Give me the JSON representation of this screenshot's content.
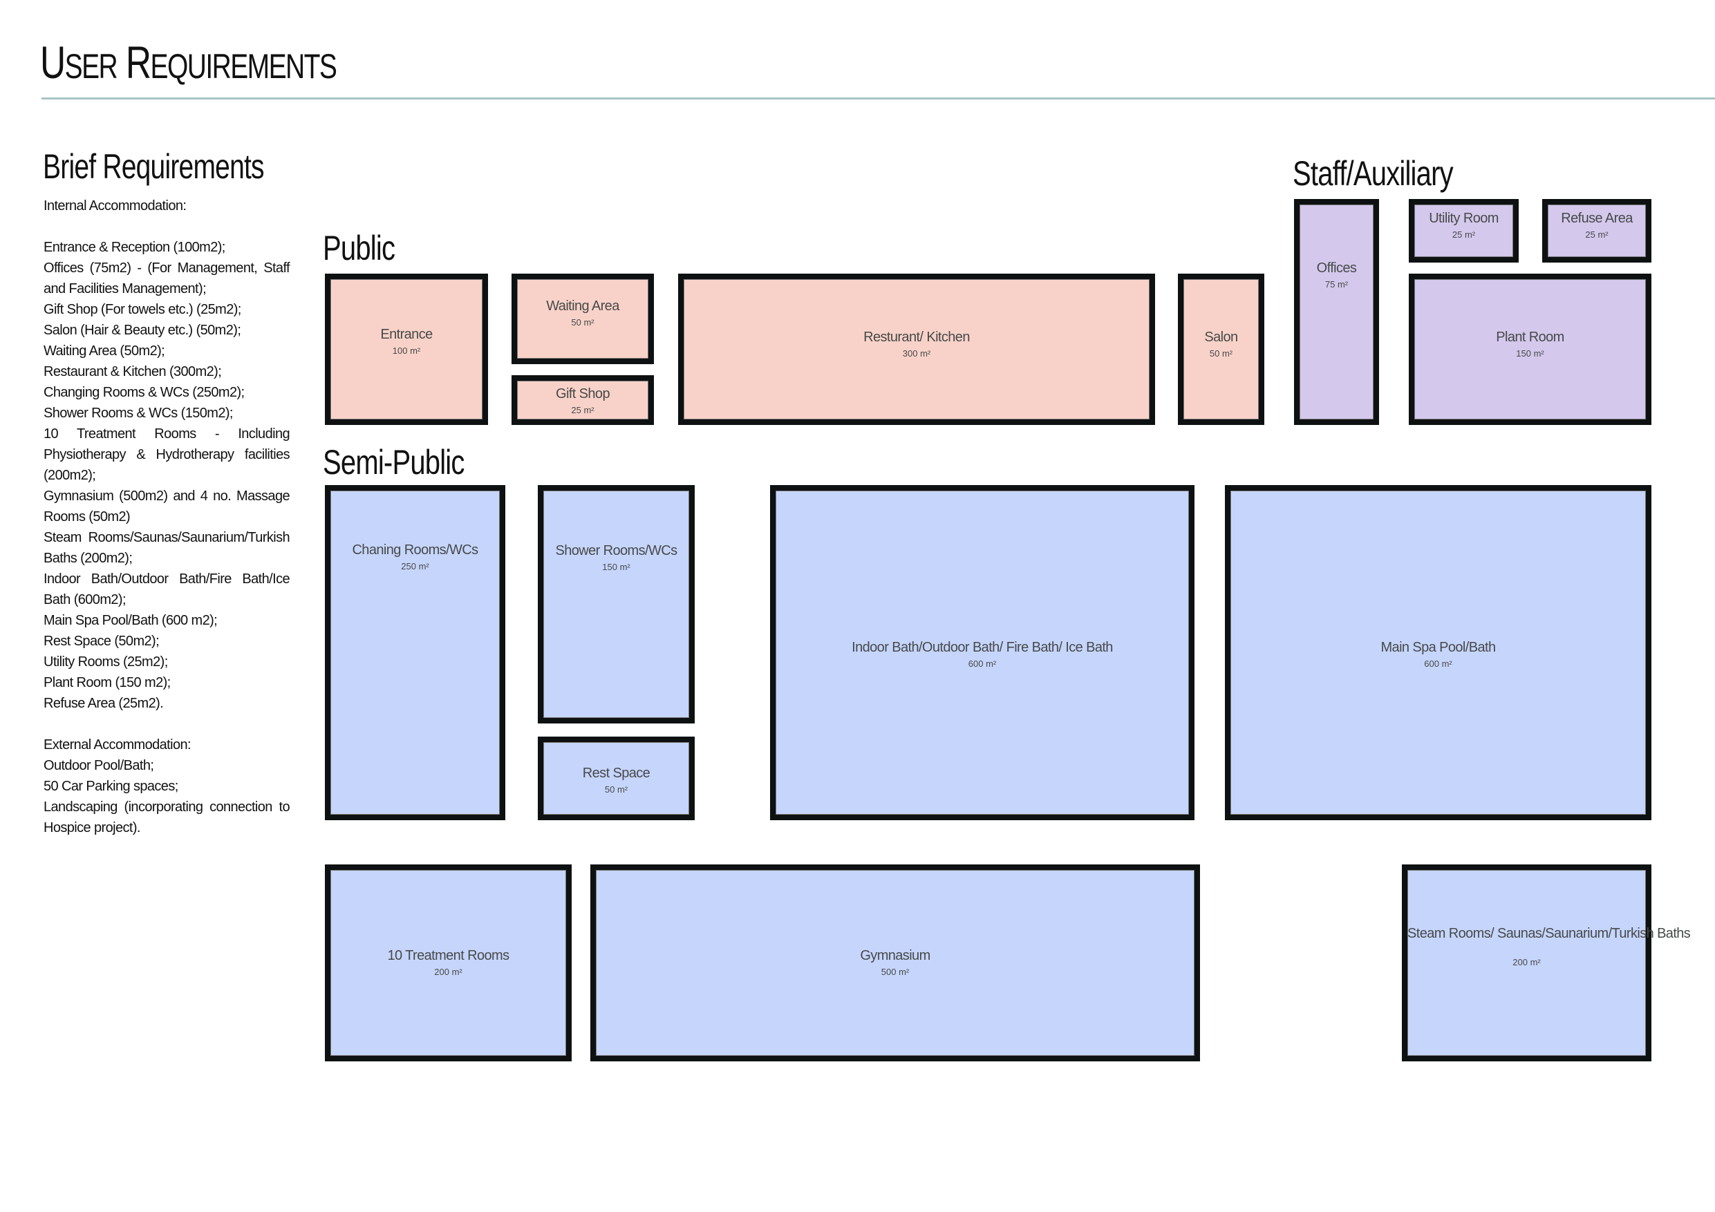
{
  "title": {
    "first_initial": "U",
    "first_rest": "SER",
    "second_initial": "R",
    "second_rest": "EQUIREMENTS"
  },
  "brief": {
    "heading": "Brief Requirements",
    "internal_heading": "Internal Accommodation:",
    "internal_items": [
      "Entrance & Reception (100m2);",
      "Offices (75m2) - (For Management, Staff and Facilities Management);",
      "Gift Shop (For towels etc.) (25m2);",
      "Salon (Hair & Beauty etc.) (50m2);",
      "Waiting Area (50m2);",
      "Restaurant & Kitchen (300m2);",
      "Changing Rooms & WCs (250m2);",
      "Shower Rooms & WCs (150m2);",
      "10 Treatment Rooms - Including Physiotherapy & Hydrotherapy facilities (200m2);",
      "Gymnasium (500m2) and 4 no. Massage Rooms (50m2)",
      "Steam Rooms/Saunas/Saunarium/Turkish Baths (200m2);",
      "Indoor Bath/Outdoor Bath/Fire Bath/Ice Bath (600m2);",
      "Main Spa Pool/Bath (600 m2);",
      "Rest Space (50m2);",
      "Utility Rooms (25m2);",
      "Plant Room (150 m2);",
      "Refuse Area (25m2)."
    ],
    "external_heading": "External Accommodation:",
    "external_items": [
      "Outdoor Pool/Bath;",
      "50 Car Parking spaces;",
      "Landscaping (incorporating connection to Hospice project)."
    ]
  },
  "zones": {
    "public": "Public",
    "semi": "Semi-Public",
    "staff": "Staff/Auxiliary"
  },
  "colors": {
    "public": "#f8d2c8",
    "staff": "#d4c8ec",
    "semi": "#c6d5fb",
    "border": "#0e1111",
    "rule": "#a9c4c6"
  },
  "rooms": [
    {
      "id": "entrance",
      "zone": "public",
      "name": "Entrance",
      "area": "100 m²"
    },
    {
      "id": "waiting-area",
      "zone": "public",
      "name": "Waiting Area",
      "area": "50 m²"
    },
    {
      "id": "gift-shop",
      "zone": "public",
      "name": "Gift Shop",
      "area": "25 m²"
    },
    {
      "id": "restaurant-kitchen",
      "zone": "public",
      "name": "Resturant/ Kitchen",
      "area": "300 m²"
    },
    {
      "id": "salon",
      "zone": "public",
      "name": "Salon",
      "area": "50 m²"
    },
    {
      "id": "offices",
      "zone": "staff",
      "name": "Offices",
      "area": "75 m²"
    },
    {
      "id": "utility-room",
      "zone": "staff",
      "name": "Utility Room",
      "area": "25 m²"
    },
    {
      "id": "refuse-area",
      "zone": "staff",
      "name": "Refuse Area",
      "area": "25 m²"
    },
    {
      "id": "plant-room",
      "zone": "staff",
      "name": "Plant Room",
      "area": "150 m²"
    },
    {
      "id": "changing-rooms",
      "zone": "semi",
      "name": "Chaning Rooms/WCs",
      "area": "250 m²"
    },
    {
      "id": "shower-rooms",
      "zone": "semi",
      "name": "Shower Rooms/WCs",
      "area": "150 m²"
    },
    {
      "id": "rest-space",
      "zone": "semi",
      "name": "Rest Space",
      "area": "50 m²"
    },
    {
      "id": "indoor-bath",
      "zone": "semi",
      "name": "Indoor Bath/Outdoor Bath/ Fire Bath/ Ice Bath",
      "area": "600 m²"
    },
    {
      "id": "main-spa-pool",
      "zone": "semi",
      "name": "Main Spa Pool/Bath",
      "area": "600 m²"
    },
    {
      "id": "treatment-rooms",
      "zone": "semi",
      "name": "10 Treatment Rooms",
      "area": "200 m²"
    },
    {
      "id": "gymnasium",
      "zone": "semi",
      "name": "Gymnasium",
      "area": "500 m²"
    },
    {
      "id": "steam-rooms",
      "zone": "semi",
      "name": "Steam Rooms/ Saunas/Saunarium/Turkish Baths",
      "area": "200 m²"
    }
  ]
}
